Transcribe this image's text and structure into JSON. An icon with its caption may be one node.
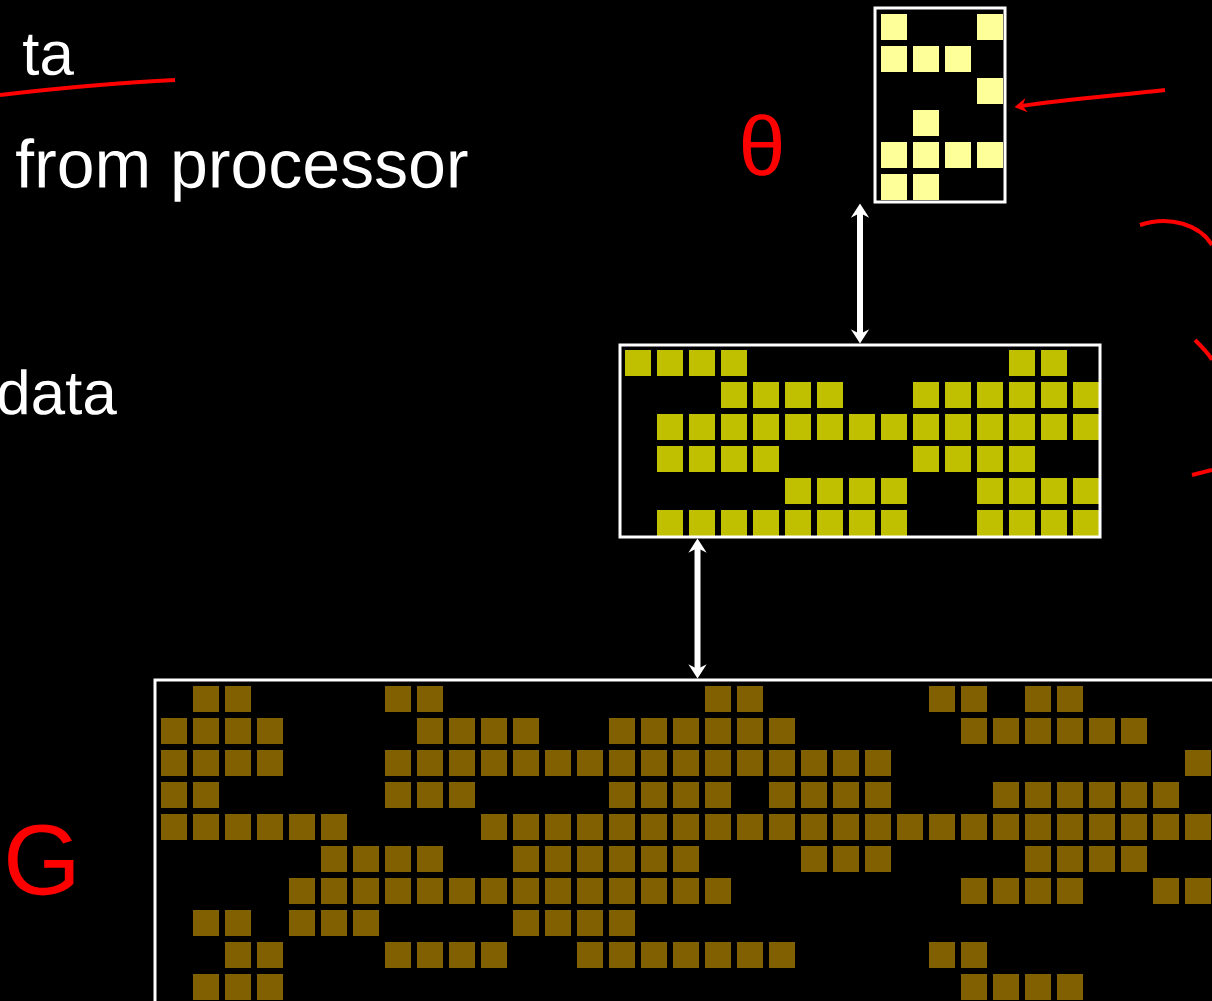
{
  "diagram": {
    "nodes": [
      {
        "text": [],
        "shape": "box"
      },
      {
        "text": [],
        "shape": "box"
      },
      {
        "text": [],
        "shape": "box"
      }
    ],
    "edges": [
      {
        "from": 1,
        "to": 0,
        "arrow": "both"
      },
      {
        "from": 2,
        "to": 1,
        "arrow": "both"
      },
      {
        "from": null,
        "to": 0,
        "arrow": "to",
        "color": "#ff0000"
      }
    ],
    "labels": [
      "ta",
      "from processor",
      "data",
      "θ",
      "G"
    ]
  }
}
